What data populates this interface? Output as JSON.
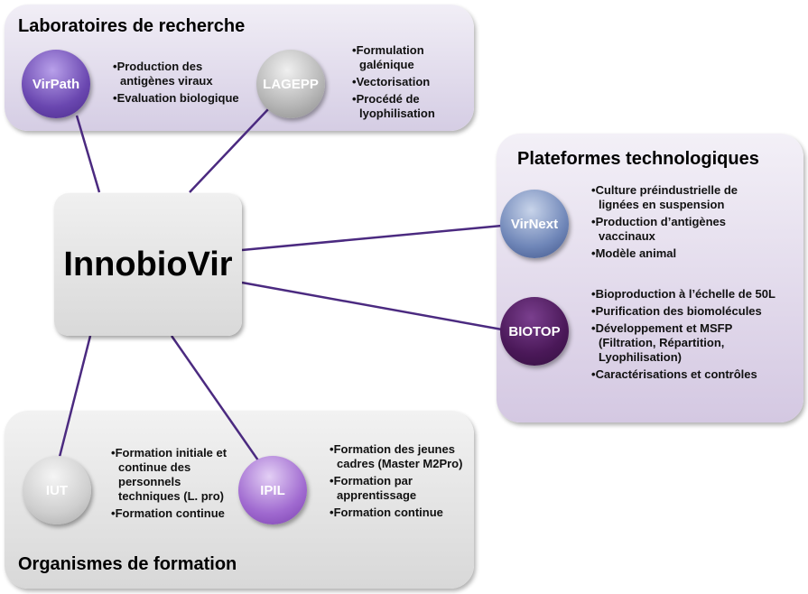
{
  "center": {
    "label": "InnobioVir"
  },
  "labs": {
    "title": "Laboratoires de recherche",
    "nodes": [
      {
        "name": "VirPath",
        "items": [
          "Production des antigènes viraux",
          "Evaluation biologique"
        ]
      },
      {
        "name": "LAGEPP",
        "items": [
          "Formulation galénique",
          "Vectorisation",
          "Procédé de lyophilisation"
        ]
      }
    ]
  },
  "platforms": {
    "title": "Plateformes technologiques",
    "nodes": [
      {
        "name": "VirNext",
        "items": [
          "Culture préindustrielle de lignées en suspension",
          "Production d’antigènes vaccinaux",
          "Modèle animal"
        ]
      },
      {
        "name": "BIOTOP",
        "items": [
          "Bioproduction à l’échelle de 50L",
          "Purification des biomolécules",
          "Développement et MSFP (Filtration, Répartition, Lyophilisation)",
          "Caractérisations et contrôles"
        ]
      }
    ]
  },
  "training": {
    "title": "Organismes de formation",
    "nodes": [
      {
        "name": "IUT",
        "items": [
          "Formation initiale et continue des personnels techniques (L. pro)",
          "Formation continue"
        ]
      },
      {
        "name": "IPIL",
        "items": [
          "Formation des jeunes cadres (Master M2Pro)",
          "Formation par apprentissage",
          "Formation continue"
        ]
      }
    ]
  }
}
